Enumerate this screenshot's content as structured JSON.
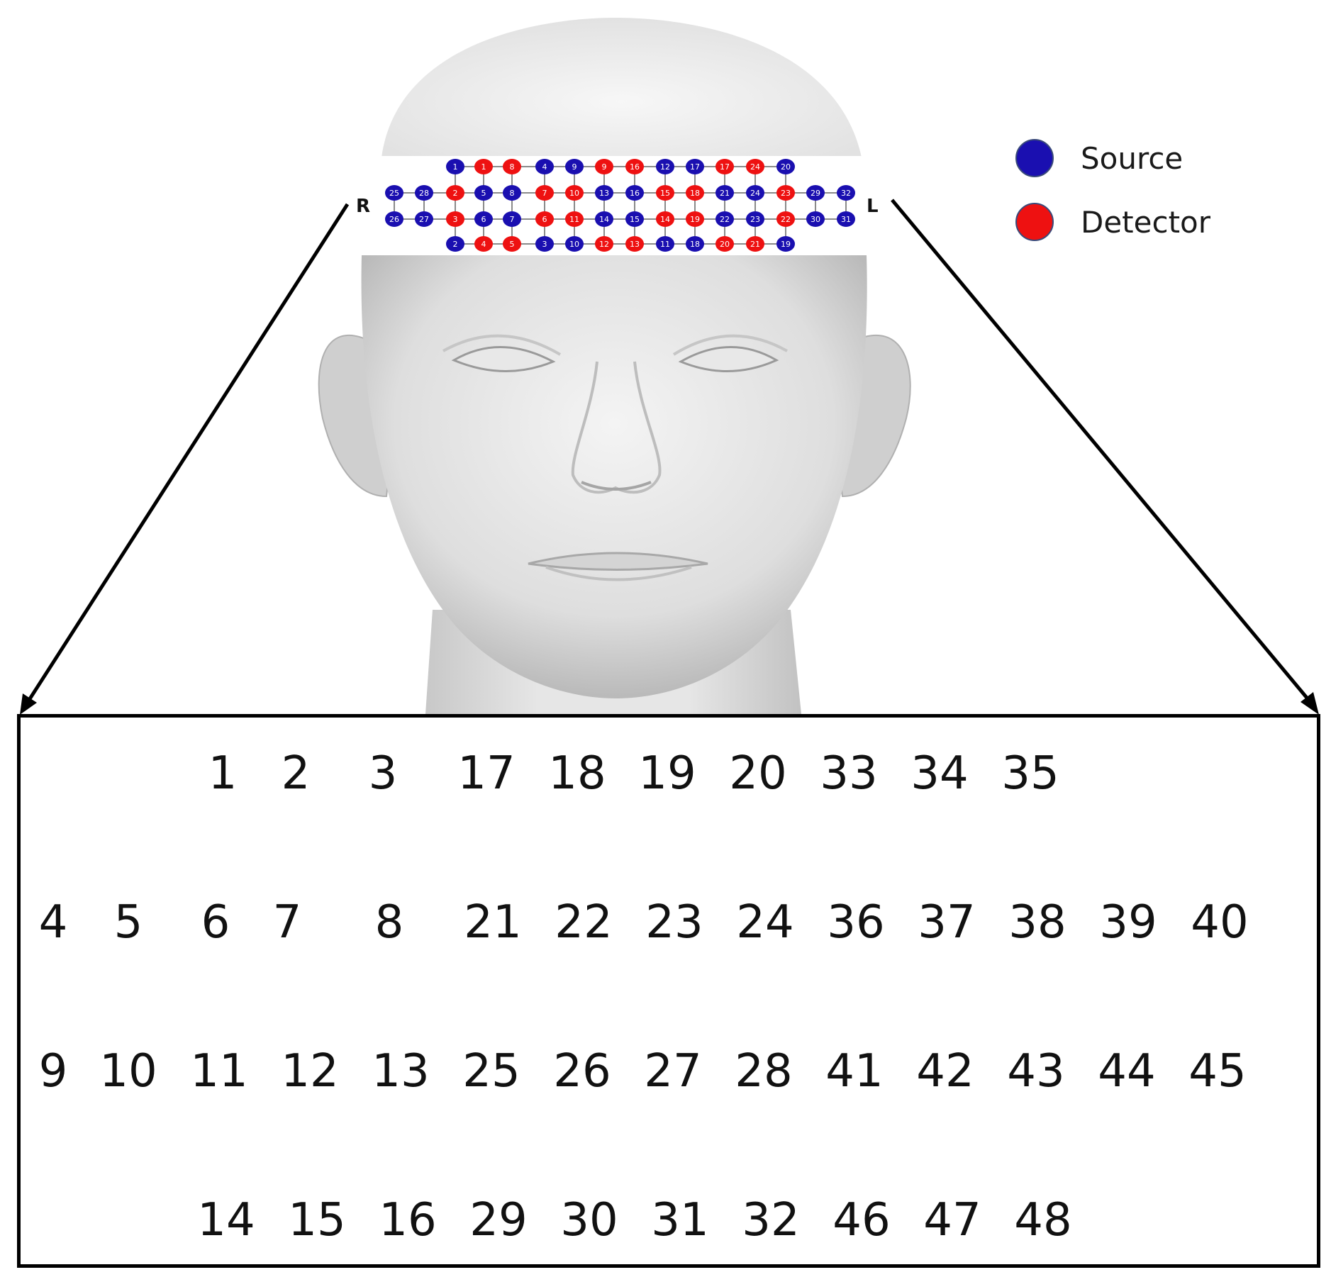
{
  "legend": {
    "source": {
      "label": "Source",
      "color": "#1a0fb0"
    },
    "detector": {
      "label": "Detector",
      "color": "#ee1111"
    }
  },
  "side_labels": {
    "right": "R",
    "left": "L"
  },
  "optode_grid": {
    "top_row": [
      {
        "n": "1",
        "t": "S"
      },
      {
        "n": "1",
        "t": "D"
      },
      {
        "n": "8",
        "t": "D"
      },
      {
        "n": "4",
        "t": "S"
      },
      {
        "n": "9",
        "t": "S"
      },
      {
        "n": "9",
        "t": "D"
      },
      {
        "n": "16",
        "t": "D"
      },
      {
        "n": "12",
        "t": "S"
      },
      {
        "n": "17",
        "t": "S"
      },
      {
        "n": "17",
        "t": "D"
      },
      {
        "n": "24",
        "t": "D"
      },
      {
        "n": "20",
        "t": "S"
      }
    ],
    "row2": [
      {
        "n": "25",
        "t": "S"
      },
      {
        "n": "28",
        "t": "S"
      },
      {
        "n": "2",
        "t": "D"
      },
      {
        "n": "5",
        "t": "S"
      },
      {
        "n": "8",
        "t": "S"
      },
      {
        "n": "7",
        "t": "D"
      },
      {
        "n": "10",
        "t": "D"
      },
      {
        "n": "13",
        "t": "S"
      },
      {
        "n": "16",
        "t": "S"
      },
      {
        "n": "15",
        "t": "D"
      },
      {
        "n": "18",
        "t": "D"
      },
      {
        "n": "21",
        "t": "S"
      },
      {
        "n": "24",
        "t": "S"
      },
      {
        "n": "23",
        "t": "D"
      },
      {
        "n": "29",
        "t": "S"
      },
      {
        "n": "32",
        "t": "S"
      }
    ],
    "row3": [
      {
        "n": "26",
        "t": "S"
      },
      {
        "n": "27",
        "t": "S"
      },
      {
        "n": "3",
        "t": "D"
      },
      {
        "n": "6",
        "t": "S"
      },
      {
        "n": "7",
        "t": "S"
      },
      {
        "n": "6",
        "t": "D"
      },
      {
        "n": "11",
        "t": "D"
      },
      {
        "n": "14",
        "t": "S"
      },
      {
        "n": "15",
        "t": "S"
      },
      {
        "n": "14",
        "t": "D"
      },
      {
        "n": "19",
        "t": "D"
      },
      {
        "n": "22",
        "t": "S"
      },
      {
        "n": "23",
        "t": "S"
      },
      {
        "n": "22",
        "t": "D"
      },
      {
        "n": "30",
        "t": "S"
      },
      {
        "n": "31",
        "t": "S"
      }
    ],
    "bottom_row": [
      {
        "n": "2",
        "t": "S"
      },
      {
        "n": "4",
        "t": "D"
      },
      {
        "n": "5",
        "t": "D"
      },
      {
        "n": "3",
        "t": "S"
      },
      {
        "n": "10",
        "t": "S"
      },
      {
        "n": "12",
        "t": "D"
      },
      {
        "n": "13",
        "t": "D"
      },
      {
        "n": "11",
        "t": "S"
      },
      {
        "n": "18",
        "t": "S"
      },
      {
        "n": "20",
        "t": "D"
      },
      {
        "n": "21",
        "t": "D"
      },
      {
        "n": "19",
        "t": "S"
      }
    ]
  },
  "channels": {
    "row1": [
      "1",
      "2",
      "3",
      "17",
      "18",
      "19",
      "20",
      "33",
      "34",
      "35"
    ],
    "row2": [
      "4",
      "5",
      "6",
      "7",
      "8",
      "21",
      "22",
      "23",
      "24",
      "36",
      "37",
      "38",
      "39",
      "40"
    ],
    "row3": [
      "9",
      "10",
      "11",
      "12",
      "13",
      "25",
      "26",
      "27",
      "28",
      "41",
      "42",
      "43",
      "44",
      "45"
    ],
    "row4": [
      "14",
      "15",
      "16",
      "29",
      "30",
      "31",
      "32",
      "46",
      "47",
      "48"
    ]
  }
}
